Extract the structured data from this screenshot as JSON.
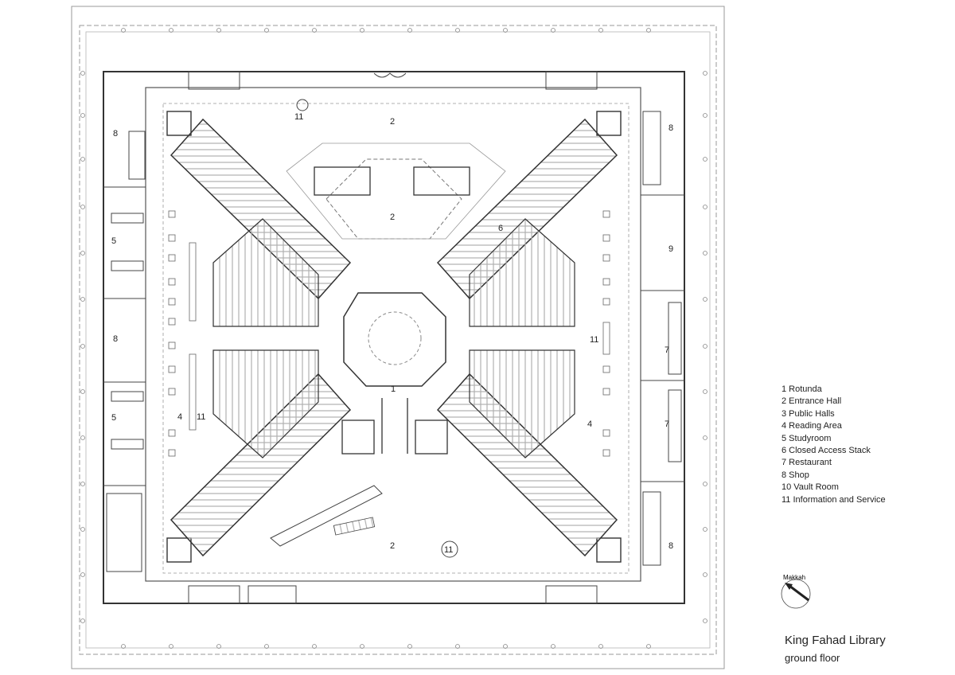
{
  "room_labels": [
    {
      "text": "2"
    },
    {
      "text": "2"
    },
    {
      "text": "2"
    },
    {
      "text": "11"
    },
    {
      "text": "11"
    },
    {
      "text": "11"
    },
    {
      "text": "11"
    },
    {
      "text": "8"
    },
    {
      "text": "8"
    },
    {
      "text": "8"
    },
    {
      "text": "8"
    },
    {
      "text": "5"
    },
    {
      "text": "5"
    },
    {
      "text": "9"
    },
    {
      "text": "7"
    },
    {
      "text": "7"
    },
    {
      "text": "6"
    },
    {
      "text": "1"
    },
    {
      "text": "4"
    },
    {
      "text": "4"
    }
  ],
  "legend": [
    "1 Rotunda",
    "2 Entrance Hall",
    "3 Public Halls",
    "4 Reading Area",
    "5 Studyroom",
    "6 Closed Access Stack",
    "7 Restaurant",
    "8 Shop",
    "10 Vault Room",
    "11 Information and Service"
  ],
  "compass": {
    "label": "Makkah",
    "icon": "compass-north-arrow-icon"
  },
  "title": {
    "name": "King Fahad Library",
    "subtitle": "ground floor"
  },
  "colors": {
    "line": "#333333",
    "light_line": "#9a9a9a",
    "background": "#ffffff"
  }
}
